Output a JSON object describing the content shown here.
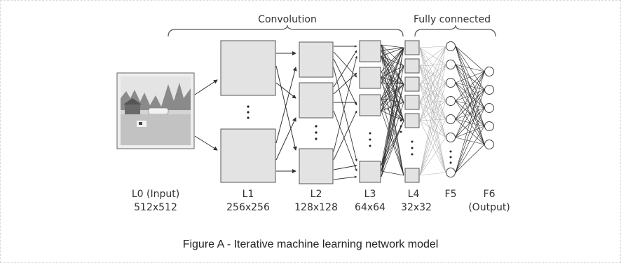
{
  "figure": {
    "caption": "Figure A - Iterative machine learning network model",
    "group_labels": {
      "convolution": "Convolution",
      "fully_connected": "Fully connected"
    },
    "layers": [
      {
        "id": "L0",
        "name": "L0 (Input)",
        "size": "512x512"
      },
      {
        "id": "L1",
        "name": "L1",
        "size": "256x256"
      },
      {
        "id": "L2",
        "name": "L2",
        "size": "128x128"
      },
      {
        "id": "L3",
        "name": "L3",
        "size": "64x64"
      },
      {
        "id": "L4",
        "name": "L4",
        "size": "32x32"
      },
      {
        "id": "F5",
        "name": "F5",
        "size": ""
      },
      {
        "id": "F6",
        "name": "F6",
        "size": "(Output)"
      }
    ]
  },
  "colors": {
    "map_fill": "#e3e3e3",
    "map_stroke": "#555555",
    "line": "#333333",
    "text": "#333333",
    "photo_bg": "#b5b5b5"
  }
}
